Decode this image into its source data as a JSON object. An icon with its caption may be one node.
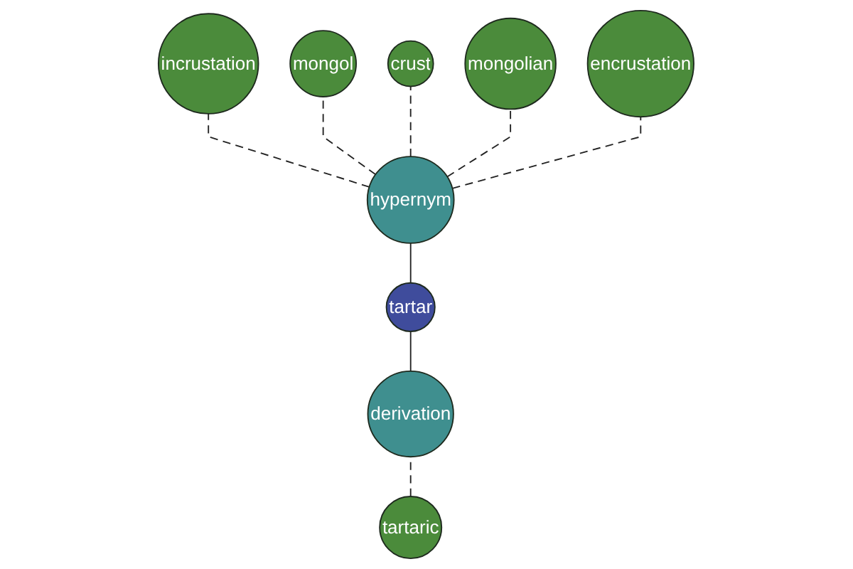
{
  "diagram": {
    "nodes": [
      {
        "text": [
          "incrustation"
        ]
      },
      {
        "text": [
          "mongol"
        ]
      },
      {
        "text": [
          "crust"
        ]
      },
      {
        "text": [
          "mongolian"
        ]
      },
      {
        "text": [
          "hypernym"
        ]
      },
      {
        "text": [
          "encrustation"
        ]
      },
      {
        "text": [
          "tartar"
        ]
      },
      {
        "text": [
          "derivation"
        ]
      },
      {
        "text": [
          "tartaric"
        ]
      }
    ],
    "edges": [
      {
        "from": 4,
        "to": 0,
        "arrow": "none",
        "style": "dashed"
      },
      {
        "from": 4,
        "to": 1,
        "arrow": "none",
        "style": "dashed"
      },
      {
        "from": 4,
        "to": 2,
        "arrow": "none",
        "style": "dashed"
      },
      {
        "from": 4,
        "to": 3,
        "arrow": "none",
        "style": "dashed"
      },
      {
        "from": 4,
        "to": 5,
        "arrow": "none",
        "style": "dashed"
      },
      {
        "from": 6,
        "to": 4,
        "arrow": "none"
      },
      {
        "from": 7,
        "to": 6,
        "arrow": "none"
      },
      {
        "from": 8,
        "to": 7,
        "arrow": "none",
        "style": "dashed"
      }
    ]
  }
}
